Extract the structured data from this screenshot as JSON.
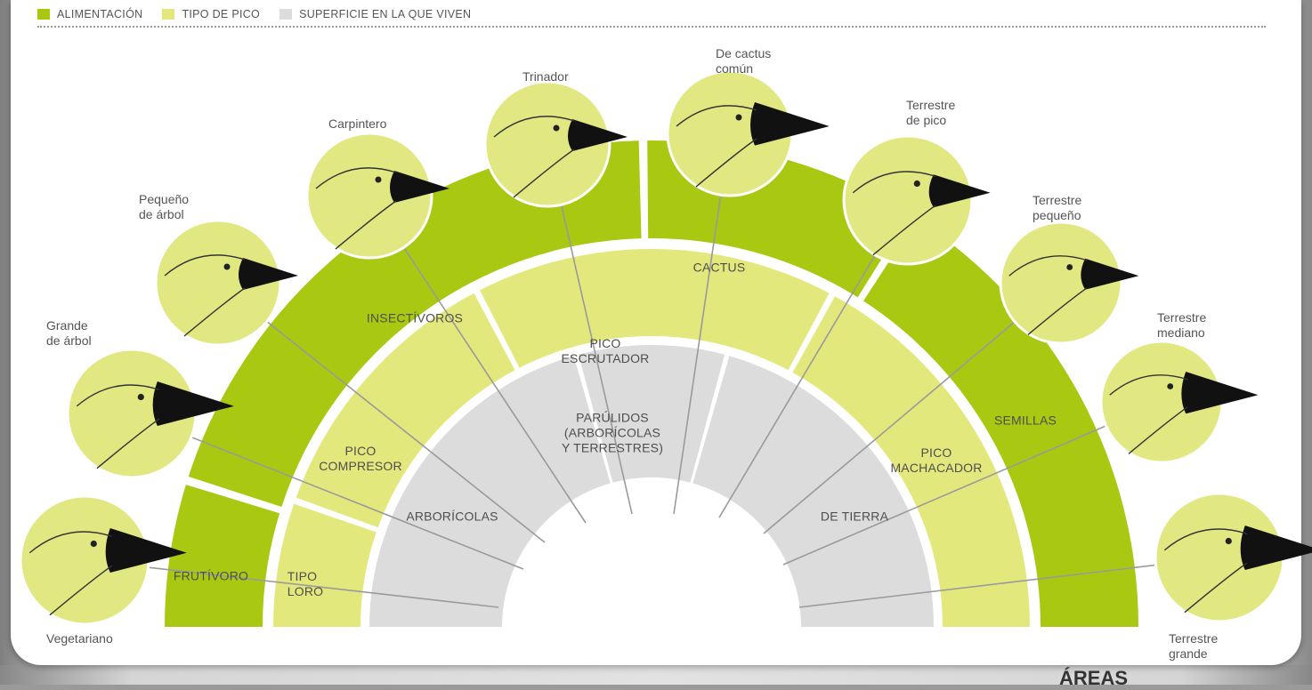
{
  "legend": [
    {
      "label": "ALIMENTACIÓN",
      "color": "#a8c812"
    },
    {
      "label": "TIPO DE PICO",
      "color": "#e3e87c"
    },
    {
      "label": "SUPERFICIE EN LA QUE VIVEN",
      "color": "#dcdcdc"
    }
  ],
  "colors": {
    "alimentacion": "#a8c812",
    "tipo_pico": "#e3e87c",
    "superficie": "#dcdcdc",
    "bird_face": "#e1e781",
    "beak": "#111111"
  },
  "alimentacion": [
    "FRUTÍVORO",
    "INSECTÍVOROS",
    "CACTUS",
    "SEMILLAS"
  ],
  "tipo_pico": [
    "TIPO\nLORO",
    "PICO\nCOMPRESOR",
    "PICO\nESCRUTADOR",
    "PICO\nMACHACADOR"
  ],
  "superficie": [
    "ARBORÍCOLAS",
    "PARÚLIDOS\n(ARBORÍCOLAS\nY TERRESTRES)",
    "DE TIERRA"
  ],
  "birds": [
    {
      "name": "Vegetariano",
      "icon": "finch-head-icon"
    },
    {
      "name": "Grande\nde árbol",
      "icon": "finch-head-icon"
    },
    {
      "name": "Pequeño\nde árbol",
      "icon": "finch-head-icon"
    },
    {
      "name": "Carpintero",
      "icon": "finch-head-icon"
    },
    {
      "name": "Trinador",
      "icon": "finch-head-icon"
    },
    {
      "name": "De cactus\ncomún",
      "icon": "finch-head-icon"
    },
    {
      "name": "Terrestre\nde pico",
      "icon": "finch-head-icon"
    },
    {
      "name": "Terrestre\npequeño",
      "icon": "finch-head-icon"
    },
    {
      "name": "Terrestre\nmediano",
      "icon": "finch-head-icon"
    },
    {
      "name": "Terrestre\ngrande",
      "icon": "finch-head-icon"
    }
  ],
  "footer_fragment": "ÁREAS"
}
